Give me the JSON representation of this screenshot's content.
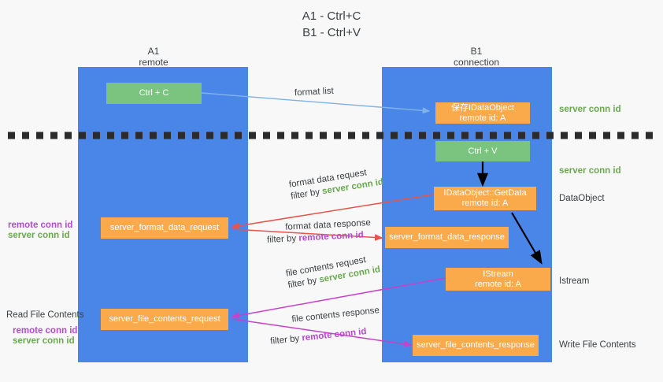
{
  "title": "A1 - Ctrl+C\nB1 - Ctrl+V",
  "columns": {
    "left": {
      "name": "A1",
      "role": "remote",
      "header": "A1\nremote"
    },
    "right": {
      "name": "B1",
      "role": "connection",
      "header": "B1\nconnection"
    }
  },
  "colors": {
    "lane": "#4a86e8",
    "green_box": "#7bc47f",
    "orange_box": "#fbaa4b",
    "server_conn_id": "#6aa84f",
    "remote_conn_id": "#b44ad0",
    "arrow_red": "#e8534a",
    "arrow_magenta": "#c940c9",
    "arrow_blue": "#7fb2e8",
    "arrow_black": "#000000",
    "divider": "#2b2b2b",
    "background": "#f8f8f8"
  },
  "boxes": {
    "ctrl_c": "Ctrl + C",
    "ctrl_v": "Ctrl + V",
    "save_idataobject": "保存IDataObject\nremote id: A",
    "idataobject_getdata": "IDataObject::GetData\nremote id: A",
    "istream": "IStream\nremote id: A",
    "server_format_data_request": "server_format_data_request",
    "server_format_data_response": "server_format_data_response",
    "server_file_contents_request": "server_file_contents_request",
    "server_file_contents_response": "server_file_contents_response"
  },
  "annotations": {
    "format_list": "format list",
    "format_data_request": "format data request",
    "format_data_request_filter_prefix": "filter by ",
    "format_data_request_filter_key": "server conn id",
    "format_data_response": "format data response",
    "format_data_response_filter_prefix": "filter by ",
    "format_data_response_filter_key": "remote conn id",
    "file_contents_request": "file contents request",
    "file_contents_request_filter_prefix": "filter by ",
    "file_contents_request_filter_key": "server conn id",
    "file_contents_response": "file contents response",
    "file_contents_response_filter_prefix": "filter by ",
    "file_contents_response_filter_key": "remote conn id"
  },
  "side_labels": {
    "right_server_conn_id_top": "server conn id",
    "right_server_conn_id_mid": "server conn id",
    "right_dataobject": "DataObject",
    "right_istream": "Istream",
    "right_write_file_contents": "Write File Contents",
    "left_remote_conn_id_1": "remote conn id",
    "left_server_conn_id_1": "server conn id",
    "left_read_file_contents": "Read File Contents",
    "left_remote_conn_id_2": "remote conn id",
    "left_server_conn_id_2": "server conn id"
  }
}
